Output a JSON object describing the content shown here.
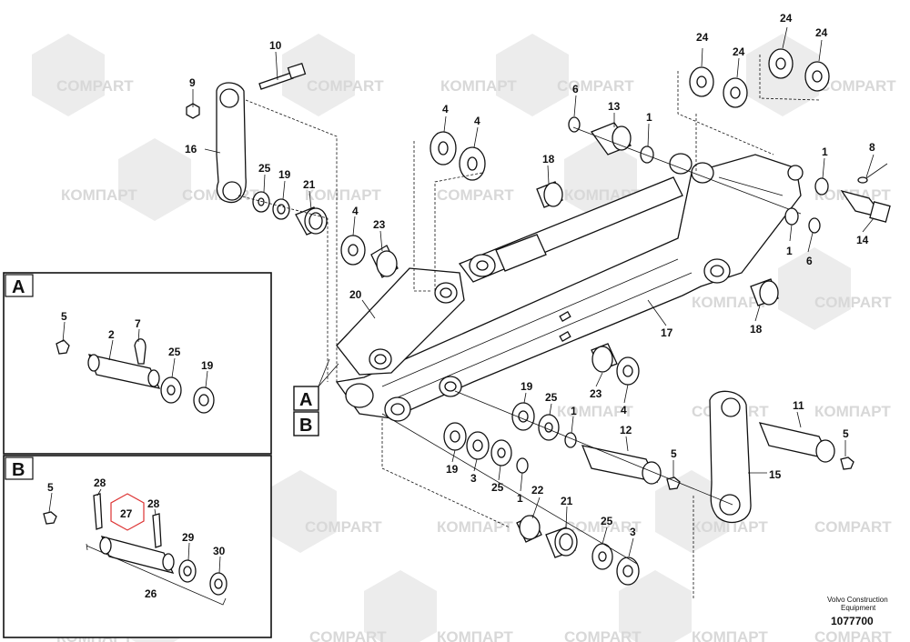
{
  "watermarks": {
    "latin": "COMPART",
    "cyrillic": "КОМПАРТ"
  },
  "detail_boxes": {
    "a": {
      "letter": "A"
    },
    "b": {
      "letter": "B"
    }
  },
  "callouts": {
    "a": "A",
    "b": "B"
  },
  "labels": {
    "n1": "1",
    "n2": "2",
    "n3": "3",
    "n4": "4",
    "n5": "5",
    "n6": "6",
    "n7": "7",
    "n8": "8",
    "n9": "9",
    "n10": "10",
    "n11": "11",
    "n12": "12",
    "n13": "13",
    "n14": "14",
    "n15": "15",
    "n16": "16",
    "n17": "17",
    "n18": "18",
    "n19": "19",
    "n20": "20",
    "n21": "21",
    "n22": "22",
    "n23": "23",
    "n24": "24",
    "n25": "25",
    "n26": "26",
    "n27": "27",
    "n28": "28",
    "n29": "29",
    "n30": "30"
  },
  "footer": {
    "company_line1": "Volvo Construction",
    "company_line2": "Equipment",
    "drawing_number": "1077700"
  },
  "colors": {
    "ink": "#111111",
    "watermark": "#d8d8d8",
    "hexagon": "#dd3333"
  }
}
